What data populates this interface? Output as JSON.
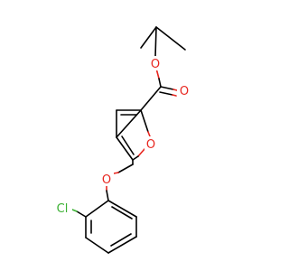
{
  "molecule": {
    "atoms": {
      "o_ether_ester": {
        "label": "O",
        "color": "#e8261f"
      },
      "o_carbonyl": {
        "label": "O",
        "color": "#e8261f"
      },
      "o_furan": {
        "label": "O",
        "color": "#e8261f"
      },
      "o_phenoxy": {
        "label": "O",
        "color": "#e8261f"
      },
      "cl": {
        "label": "Cl",
        "color": "#3ab032"
      }
    },
    "bond_color": "#000000"
  }
}
